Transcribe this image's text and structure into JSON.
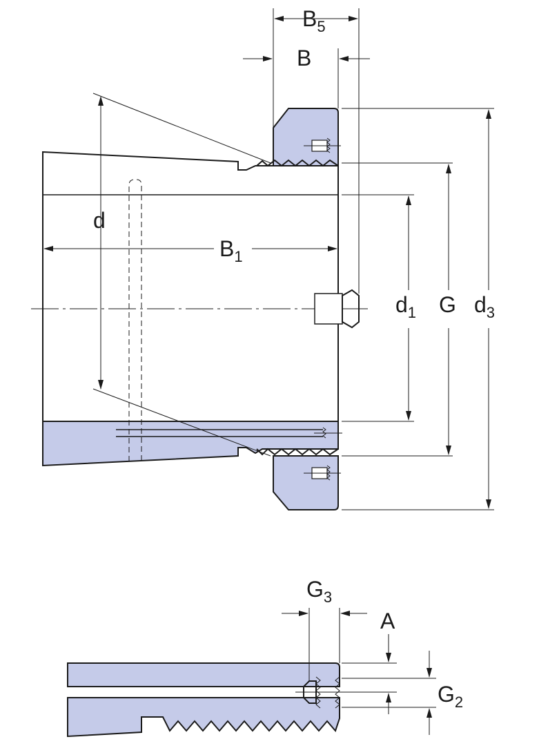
{
  "colors": {
    "part_fill": "#c5cbe9",
    "line": "#1a1a1a",
    "background": "#ffffff"
  },
  "labels": {
    "B5": {
      "base": "B",
      "sub": "5"
    },
    "B": {
      "base": "B"
    },
    "d": {
      "base": "d"
    },
    "B1": {
      "base": "B",
      "sub": "1"
    },
    "d1": {
      "base": "d",
      "sub": "1"
    },
    "G": {
      "base": "G"
    },
    "d3": {
      "base": "d",
      "sub": "3"
    },
    "G3": {
      "base": "G",
      "sub": "3"
    },
    "A": {
      "base": "A"
    },
    "G2": {
      "base": "G",
      "sub": "2"
    }
  }
}
